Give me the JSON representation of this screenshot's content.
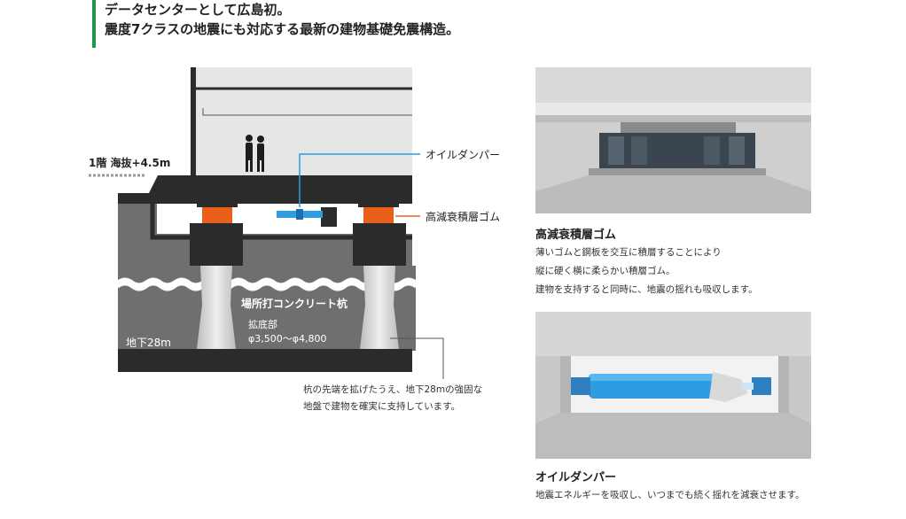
{
  "header": {
    "line1": "データセンターとして広島初。",
    "line2": "震度7クラスの地震にも対応する最新の建物基礎免震構造。"
  },
  "diagram": {
    "floor_label": "1階 海抜+4.5m",
    "oil_damper_callout": "オイルダンパー",
    "rubber_callout": "高減衰積層ゴム",
    "pile_label": "場所打コンクリート杭",
    "enlarge_label": "拡底部",
    "enlarge_value": "φ3,500〜φ4,800",
    "depth_label": "地下28m",
    "note_line1": "杭の先端を拡げたうえ、地下28mの強固な",
    "note_line2": "地盤で建物を確実に支持しています。"
  },
  "rubber_section": {
    "title": "高減衰積層ゴム",
    "lines": [
      "薄いゴムと鋼板を交互に積層することにより",
      "縦に硬く横に柔らかい積層ゴム。",
      "建物を支持すると同時に、地震の揺れも吸収します。"
    ]
  },
  "damper_section": {
    "title": "オイルダンパー",
    "lines": [
      "地震エネルギーを吸収し、いつまでも続く揺れを減衰させます。"
    ]
  },
  "colors": {
    "accent_green": "#1a9a4a",
    "rubber_orange": "#e8601c",
    "damper_blue": "#2f9be0",
    "dark_structure": "#2b2b2b",
    "ground_gray": "#6f6f6f"
  }
}
